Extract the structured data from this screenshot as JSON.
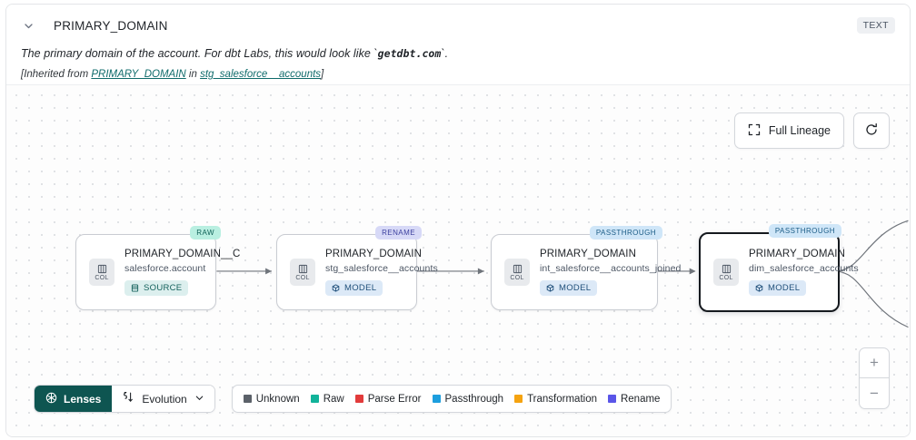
{
  "header": {
    "chevron_icon": "chevron-down-icon",
    "title": "PRIMARY_DOMAIN",
    "type_badge": "TEXT",
    "description_pre": "The primary domain of the account. For dbt Labs, this would look like `",
    "description_code": "getdbt.com",
    "description_post": "`.",
    "inherited_pre": "[Inherited from ",
    "inherited_link": "PRIMARY_DOMAIN",
    "inherited_mid": " in ",
    "inherited_source": "stg_salesforce__accounts",
    "inherited_post": "]"
  },
  "controls": {
    "full_lineage_label": "Full Lineage",
    "full_lineage_icon": "expand-icon",
    "refresh_icon": "refresh-icon",
    "zoom_in": "+",
    "zoom_out": "−"
  },
  "lineage": {
    "nodes": [
      {
        "tag": "RAW",
        "tag_class": "tag-raw",
        "chip": "COL",
        "chip_icon": "columns-icon",
        "title": "PRIMARY_DOMAIN__C",
        "subtitle": "salesforce.account",
        "kind": "SOURCE",
        "kind_icon": "database-icon",
        "kind_class": "kind-source",
        "selected": false
      },
      {
        "tag": "RENAME",
        "tag_class": "tag-rename",
        "chip": "COL",
        "chip_icon": "columns-icon",
        "title": "PRIMARY_DOMAIN",
        "subtitle": "stg_salesforce__accounts",
        "kind": "MODEL",
        "kind_icon": "cube-icon",
        "kind_class": "kind-model",
        "selected": false
      },
      {
        "tag": "PASSTHROUGH",
        "tag_class": "tag-passthrough",
        "chip": "COL",
        "chip_icon": "columns-icon",
        "title": "PRIMARY_DOMAIN",
        "subtitle": "int_salesforce__accounts_joined",
        "kind": "MODEL",
        "kind_icon": "cube-icon",
        "kind_class": "kind-model",
        "selected": false
      },
      {
        "tag": "PASSTHROUGH",
        "tag_class": "tag-passthrough",
        "chip": "COL",
        "chip_icon": "columns-icon",
        "title": "PRIMARY_DOMAIN",
        "subtitle": "dim_salesforce_accounts",
        "kind": "MODEL",
        "kind_icon": "cube-icon",
        "kind_class": "kind-model",
        "selected": true
      }
    ]
  },
  "toolbar": {
    "lenses_label": "Lenses",
    "lenses_icon": "aperture-icon",
    "evolution_label": "Evolution",
    "evolution_icon": "evolution-icon",
    "evolution_caret_icon": "chevron-down-icon"
  },
  "legend": {
    "items": [
      {
        "label": "Unknown",
        "color": "#5b6169"
      },
      {
        "label": "Raw",
        "color": "#12b39a"
      },
      {
        "label": "Parse Error",
        "color": "#e23b3b"
      },
      {
        "label": "Passthrough",
        "color": "#1d9ede"
      },
      {
        "label": "Transformation",
        "color": "#f5a310"
      },
      {
        "label": "Rename",
        "color": "#5a55e8"
      }
    ]
  }
}
